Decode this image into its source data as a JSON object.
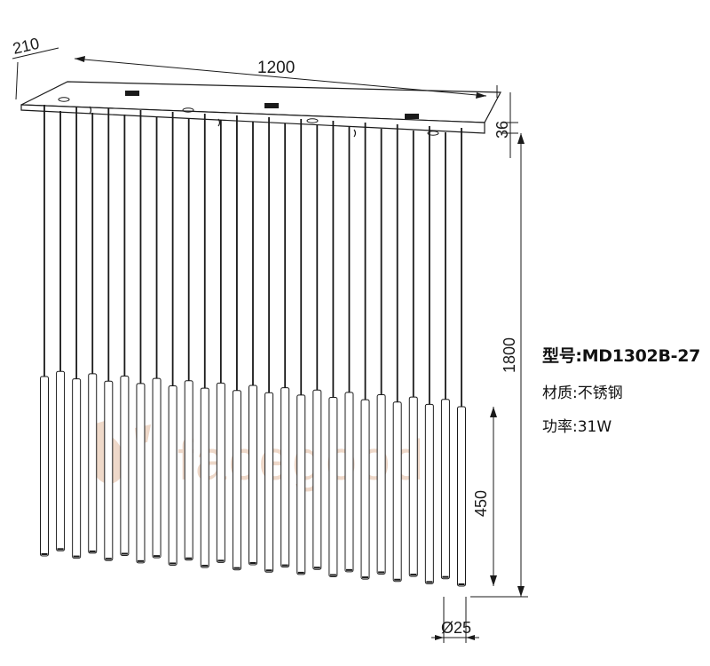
{
  "dimensions": {
    "depth": "210",
    "width": "1200",
    "canopy_height": "36",
    "total_height": "1800",
    "tube_length": "450",
    "tube_diameter": "Ø25"
  },
  "specs": {
    "model": "型号:MD1302B-27",
    "material": "材质:不锈钢",
    "power": "功率:31W"
  },
  "watermark": {
    "text": "facegood",
    "color": "#e9c9b4"
  },
  "pendant_count": 27,
  "colors": {
    "line": "#1a1a1a",
    "background": "#ffffff"
  }
}
